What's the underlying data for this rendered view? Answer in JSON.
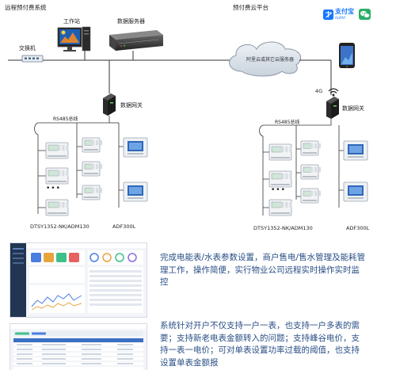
{
  "diagram": {
    "left_title": "远程预付费系统",
    "right_title": "预付费云平台",
    "workstation": "工作站",
    "data_server": "数据服务器",
    "switch": "交换机",
    "cloud": "阿里云或其它云服务器",
    "gateway_left": "数据网关",
    "gateway_right": "数据网关",
    "bus_left": "RS485总线",
    "bus_right": "RS485总线",
    "signal": "4G",
    "meter_model_left": "DTSY1352-NK/ADM130",
    "meter_model_right": "DTSY1352-NK/ADM130",
    "adf_left": "ADF300L",
    "adf_right": "ADF300L",
    "alipay_text": "支付宝",
    "alipay_sub": "ALIPAY",
    "dots": "•••"
  },
  "descriptions": [
    "完成电能表/水表参数设置，商户售电/售水管理及能耗管理工作，操作简便，实行物业公司远程实时操作实时监控",
    "系统针对开户不仅支持一户一表，也支持一户多表的需要；支持新老电表金额转入的问题；支持峰谷电价，支持一表一电价；可对单表设置功率过载的阈值，也支持设置单表金额报"
  ],
  "colors": {
    "text_blue": "#2a4f86",
    "alipay": "#1677ff",
    "wechat": "#2aae67",
    "line": "#333333"
  }
}
